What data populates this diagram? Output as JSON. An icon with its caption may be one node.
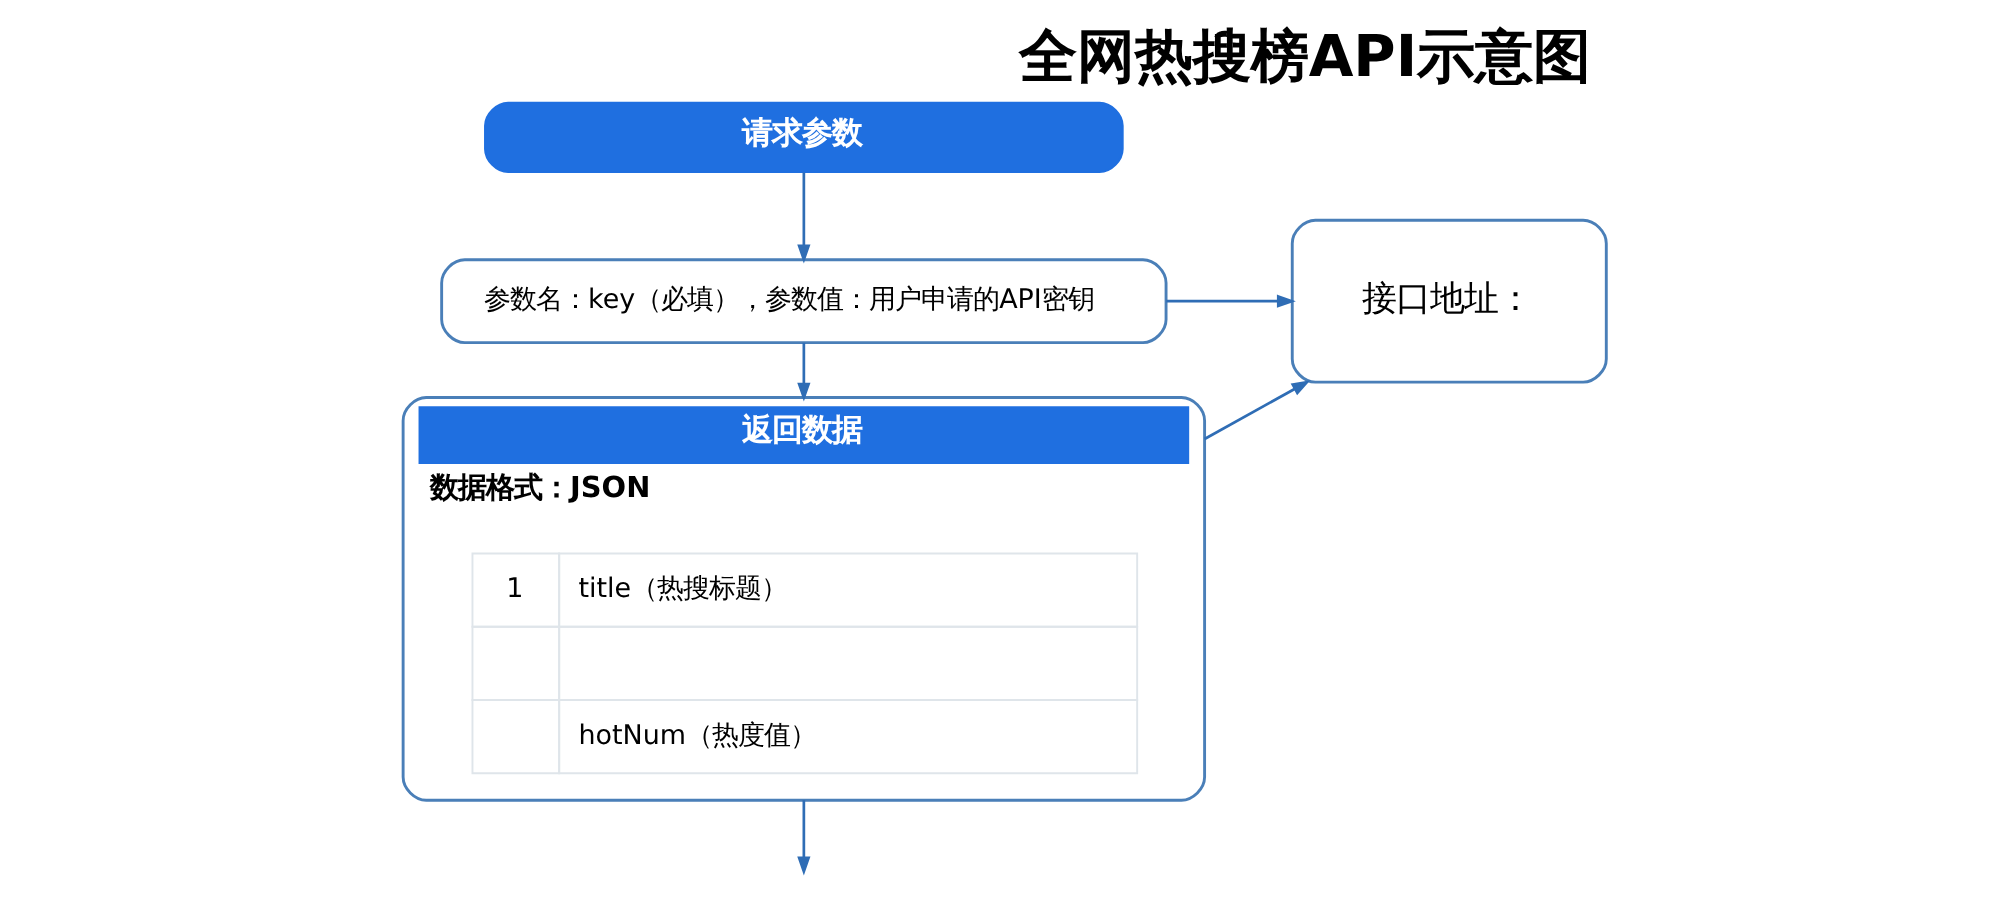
{
  "diagram": {
    "title": "全网热搜榜API示意图",
    "nodes": [
      {
        "text": [
          "请求参数"
        ]
      },
      {
        "text": [
          "参数名：key（必填），参数值：用户申请的API密钥"
        ]
      },
      {
        "text": [
          "返回数据",
          "数据格式：JSON"
        ]
      },
      {
        "text": [
          "1",
          "title（热搜标题）",
          "hotNum（热度值）"
        ],
        "in": 2
      },
      {
        "text": [
          "接口地址："
        ]
      }
    ],
    "edges": [
      {
        "from": 0,
        "to": 1,
        "arrow": "to"
      },
      {
        "from": 1,
        "to": 2,
        "arrow": "to"
      },
      {
        "from": 2,
        "to": null,
        "arrow": "to"
      },
      {
        "from": 1,
        "to": 4,
        "arrow": "to"
      },
      {
        "from": 2,
        "to": 4,
        "arrow": "to"
      }
    ]
  }
}
